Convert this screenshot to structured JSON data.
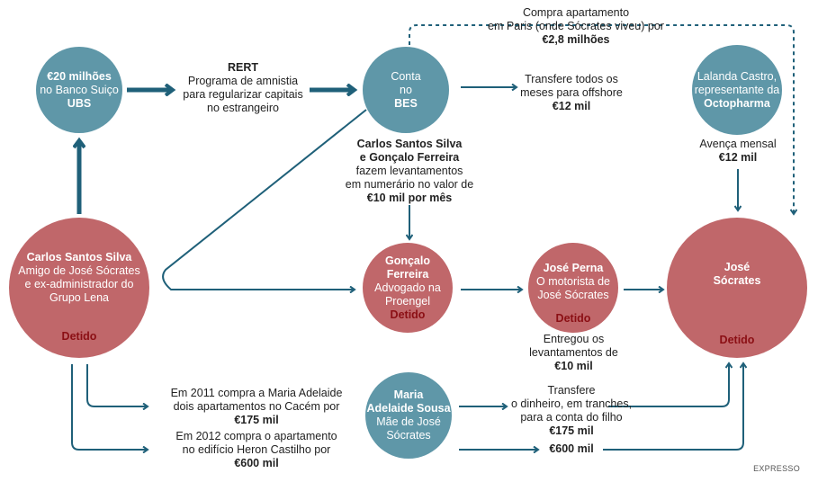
{
  "nodes": {
    "ubs": {
      "line1": "€20 milhões",
      "line2": "no Banco Suiço",
      "line3": "UBS"
    },
    "bes": {
      "line1": "Conta",
      "line2": "no",
      "line3": "BES"
    },
    "lalanda": {
      "line1": "Lalanda Castro,",
      "line2": "representante da",
      "line3": "Octopharma"
    },
    "carlos": {
      "name": "Carlos Santos Silva",
      "line1": "Amigo de José Sócrates",
      "line2": "e ex-administrador do",
      "line3": "Grupo Lena",
      "status": "Detido"
    },
    "goncalo": {
      "name1": "Gonçalo",
      "name2": "Ferreira",
      "line1": "Advogado na",
      "line2": "Proengel",
      "status": "Detido"
    },
    "perna": {
      "name": "José Perna",
      "line1": "O motorista de",
      "line2": "José Sócrates",
      "status": "Detido"
    },
    "socrates": {
      "name1": "José",
      "name2": "Sócrates",
      "status": "Detido"
    },
    "maria": {
      "name1": "Maria",
      "name2": "Adelaide Sousa",
      "line1": "Mãe de José",
      "line2": "Sócrates"
    }
  },
  "labels": {
    "rert": {
      "title": "RERT",
      "line1": "Programa de amnistia",
      "line2": "para regularizar capitais",
      "line3": "no estrangeiro"
    },
    "paris": {
      "line1": "Compra apartamento",
      "line2": "em Paris (onde Sócrates viveu) por",
      "amount": "€2,8 milhões"
    },
    "offshore": {
      "line1": "Transfere todos os",
      "line2": "meses para offshore",
      "amount": "€12 mil"
    },
    "avenca": {
      "line1": "Avença mensal",
      "amount": "€12 mil"
    },
    "levantamentos": {
      "line1": "Carlos Santos Silva",
      "line2": "e Gonçalo Ferreira",
      "line3": "fazem levantamentos",
      "line4": "em numerário no valor de",
      "amount": "€10 mil por mês"
    },
    "entregou": {
      "line1": "Entregou os",
      "line2": "levantamentos de",
      "amount": "€10 mil"
    },
    "cacem": {
      "line1": "Em 2011 compra a Maria Adelaide",
      "line2": "dois apartamentos no Cacém por",
      "amount": "€175 mil"
    },
    "heron": {
      "line1": "Em 2012 compra o apartamento",
      "line2": "no edifício Heron Castilho por",
      "amount": "€600 mil"
    },
    "tranches": {
      "line1": "Transfere",
      "line2": "o dinheiro, em tranches,",
      "line3": "para a conta do filho",
      "amount": "€175 mil"
    },
    "tranche2": {
      "amount": "€600 mil"
    }
  },
  "credit": "EXPRESSO",
  "colors": {
    "teal": "#5f97a8",
    "red": "#c0676a",
    "arrow": "#1f6079",
    "detido": "#8b0f14"
  }
}
